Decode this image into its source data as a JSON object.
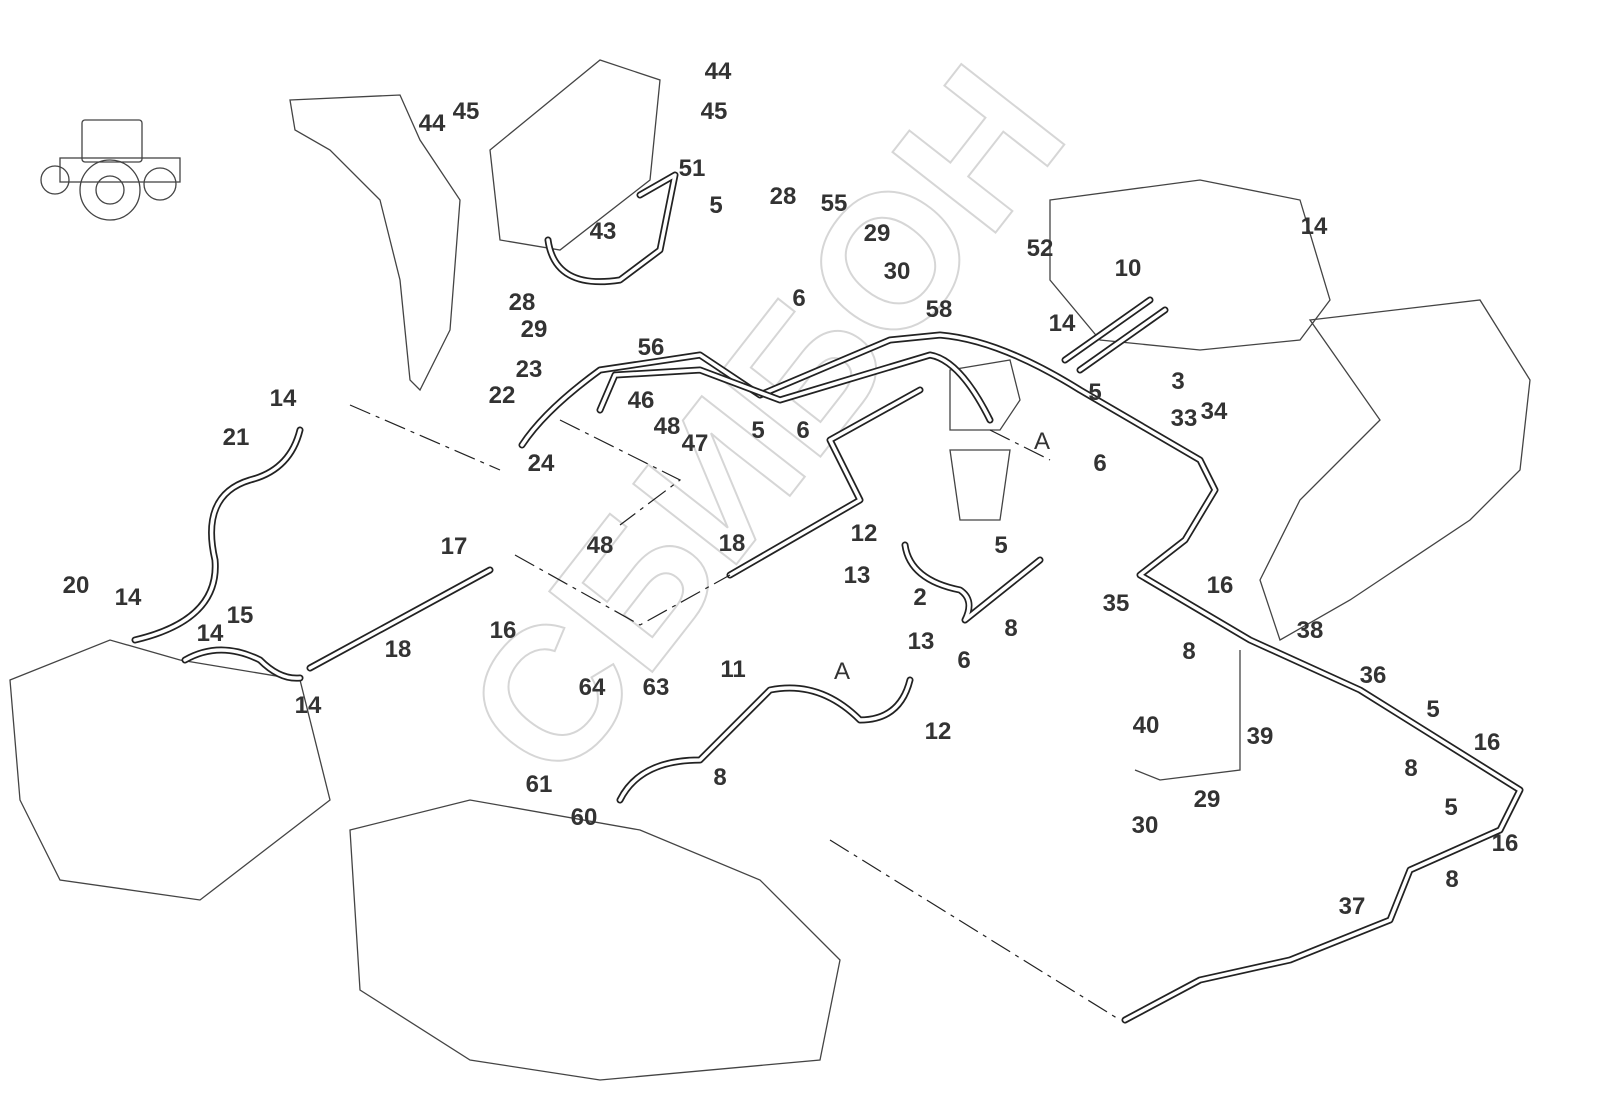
{
  "diagram": {
    "watermark": "СБИБОН",
    "labels": [
      "44",
      "45",
      "44",
      "45",
      "51",
      "5",
      "28",
      "55",
      "29",
      "43",
      "30",
      "14",
      "52",
      "10",
      "28",
      "6",
      "58",
      "14",
      "29",
      "56",
      "23",
      "3",
      "22",
      "46",
      "5",
      "14",
      "48",
      "33",
      "34",
      "21",
      "47",
      "5",
      "6",
      "24",
      "6",
      "A",
      "48",
      "12",
      "18",
      "17",
      "5",
      "13",
      "20",
      "14",
      "2",
      "16",
      "35",
      "15",
      "14",
      "16",
      "8",
      "38",
      "13",
      "18",
      "6",
      "8",
      "11",
      "A",
      "64",
      "63",
      "36",
      "14",
      "12",
      "5",
      "40",
      "39",
      "16",
      "8",
      "61",
      "8",
      "29",
      "60",
      "30",
      "5",
      "16",
      "8",
      "37"
    ]
  }
}
